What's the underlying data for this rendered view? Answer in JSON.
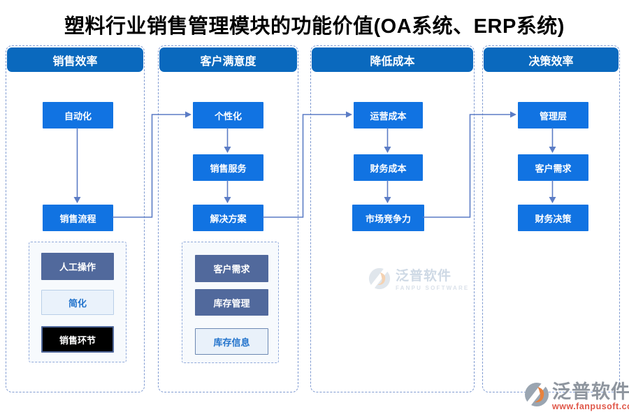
{
  "title": "塑料行业销售管理模块的功能价值(OA系统、ERP系统)",
  "columns": [
    {
      "header": "销售效率",
      "flow": [
        "自动化",
        "销售流程"
      ],
      "sub_items": [
        {
          "label": "人工操作",
          "style": "slate"
        },
        {
          "label": "简化",
          "style": "light"
        },
        {
          "label": "销售环节",
          "style": "black"
        }
      ]
    },
    {
      "header": "客户满意度",
      "flow": [
        "个性化",
        "销售服务",
        "解决方案"
      ],
      "sub_items": [
        {
          "label": "客户需求",
          "style": "slate"
        },
        {
          "label": "库存管理",
          "style": "slate"
        },
        {
          "label": "库存信息",
          "style": "bordered"
        }
      ]
    },
    {
      "header": "降低成本",
      "flow": [
        "运营成本",
        "财务成本",
        "市场竞争力"
      ],
      "sub_items": []
    },
    {
      "header": "决策效率",
      "flow": [
        "管理层",
        "客户需求",
        "财务决策"
      ],
      "sub_items": []
    }
  ],
  "edges": [
    "自动化→销售流程",
    "销售流程→个性化",
    "个性化→销售服务",
    "销售服务→解决方案",
    "解决方案→运营成本",
    "运营成本→财务成本",
    "财务成本→市场竞争力",
    "市场竞争力→管理层",
    "管理层→客户需求",
    "客户需求→财务决策"
  ],
  "watermark": {
    "cn": "泛普软件",
    "en": "FANPU SOFTWARE"
  },
  "footer_logo": {
    "cn": "泛普软件",
    "url": "www.fanpusoft.com"
  },
  "colors": {
    "header_bg": "#0a69be",
    "node_bg": "#1173e2",
    "slate_bg": "#51699c",
    "black_bg": "#000000",
    "light_bg": "#eaf2fb",
    "light_text": "#2273cc",
    "connector": "#5b7cc5",
    "dashed_border": "#7f9ad1",
    "footer_url_red": "#e0584a",
    "logo_orange": "#e8823d"
  }
}
